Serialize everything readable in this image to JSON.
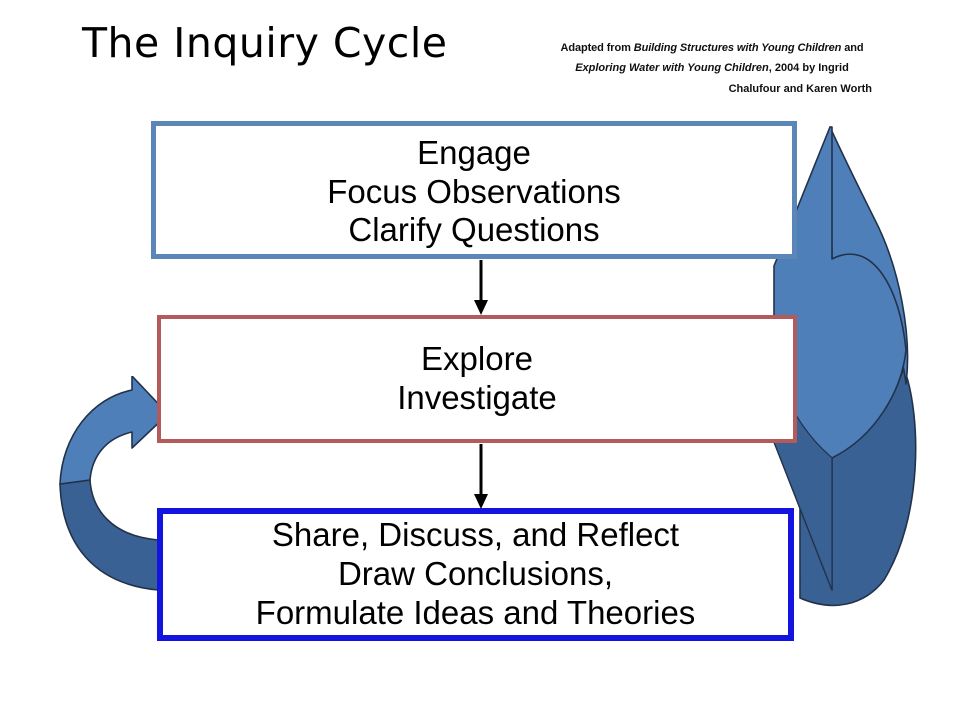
{
  "slide": {
    "title": "The Inquiry Cycle",
    "background_color": "#ffffff"
  },
  "credit": {
    "line1_prefix": "Adapted from ",
    "line1_italic": "Building Structures with Young Children",
    "line1_suffix": " and",
    "line2_italic": "Exploring Water with Young Children",
    "line2_suffix": ", 2004 by Ingrid",
    "line3": "Chalufour and Karen Worth",
    "full_text": "Adapted from Building Structures with Young Children and Exploring Water with Young Children, 2004 by Ingrid Chalufour and Karen Worth"
  },
  "stages": [
    {
      "id": "engage",
      "border_color": "#5b87b8",
      "lines": [
        "Engage",
        "Focus Observations",
        "Clarify Questions"
      ]
    },
    {
      "id": "explore",
      "border_color": "#b35a5a",
      "lines": [
        "Explore",
        "Investigate"
      ]
    },
    {
      "id": "share",
      "border_color": "#1414e0",
      "lines": [
        "Share, Discuss, and Reflect",
        "Draw Conclusions,",
        "Formulate Ideas and Theories"
      ]
    }
  ],
  "connectors": [
    {
      "id": "engage-to-explore",
      "direction": "down",
      "color": "#000000"
    },
    {
      "id": "explore-to-share",
      "direction": "down",
      "color": "#000000"
    }
  ],
  "cycle_arrows": [
    {
      "id": "right-return-arrow",
      "direction": "up",
      "from_stage": "share",
      "to_stage": "engage",
      "fill_light": "#4e7fb8",
      "fill_dark": "#3a6193",
      "stroke": "#22324a"
    },
    {
      "id": "left-return-arrow",
      "direction": "up",
      "from_stage": "share",
      "to_stage": "explore",
      "fill_light": "#4e7fb8",
      "fill_dark": "#3a6193",
      "stroke": "#22324a"
    }
  ]
}
